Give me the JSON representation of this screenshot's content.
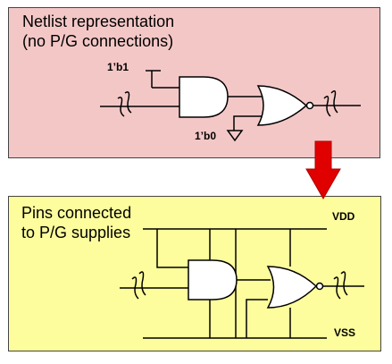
{
  "colors": {
    "netlist_panel": "#f4c7c7",
    "pins_panel": "#fdfd9d",
    "arrow": "#e00000",
    "gate_fill": "#ffffff"
  },
  "netlist": {
    "title_line1": "Netlist representation",
    "title_line2": "(no P/G connections)",
    "tie_high": "1’b1",
    "tie_low": "1’b0"
  },
  "pins": {
    "title_line1": "Pins connected",
    "title_line2": "to P/G supplies",
    "vdd": "VDD",
    "vss": "VSS"
  },
  "icons": {
    "top_and": "and-gate-icon",
    "top_nor": "nor-gate-icon",
    "bottom_and": "and-gate-icon",
    "bottom_nor": "nor-gate-icon",
    "ground": "ground-icon",
    "break": "wire-break-icon",
    "arrow": "down-arrow-icon"
  }
}
